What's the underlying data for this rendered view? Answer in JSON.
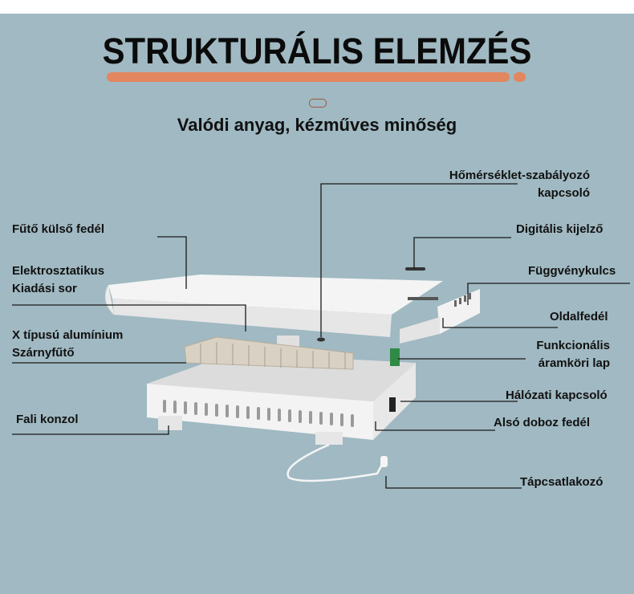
{
  "header": {
    "title": "STRUKTURÁLIS ELEMZÉS",
    "subtitle": "Valódi anyag, kézműves minőség"
  },
  "labels": {
    "temp_switch_1": "Hőmérséklet-szabályozó",
    "temp_switch_2": "kapcsoló",
    "outer_cover": "Fűtő külső fedél",
    "digital_display": "Digitális kijelző",
    "electrostatic_1": "Elektrosztatikus",
    "electrostatic_2": "Kiadási sor",
    "function_key": "Függvénykulcs",
    "side_cover": "Oldalfedél",
    "heater_1": "X típusú alumínium",
    "heater_2": "Szárnyfűtő",
    "circuit_1": "Funkcionális",
    "circuit_2": "áramköri lap",
    "power_switch": "Hálózati kapcsoló",
    "wall_bracket": "Fali konzol",
    "bottom_cover": "Alsó doboz fedél",
    "plug": "Tápcsatlakozó"
  },
  "colors": {
    "background": "#a0b9c2",
    "accent": "#e2875f"
  }
}
